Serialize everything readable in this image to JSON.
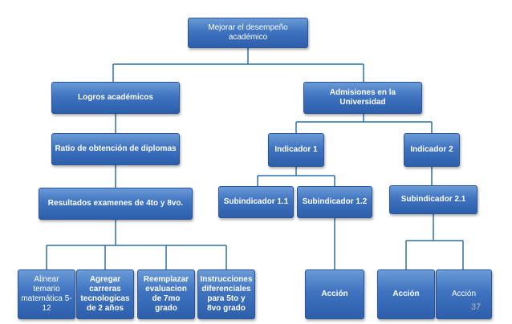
{
  "diagram": {
    "root": "Mejorar el desempeño académico",
    "left_branch": {
      "title": "Logros académicos",
      "level2": "Ratio de obtención de diplomas",
      "level3": "Resultados examenes de 4to y 8vo.",
      "actions": [
        "Alinear temario matemática 5-12",
        "Agregar carreras tecnologicas de 2 años",
        "Reemplazar evaluacion de 7mo grado",
        "Instrucciones diferenciales para 5to y 8vo grado"
      ]
    },
    "right_branch": {
      "title": "Admisiones en la Universidad",
      "indicators": [
        {
          "label": "Indicador 1",
          "subindicators": [
            {
              "label": "Subindicador 1.1",
              "actions": []
            },
            {
              "label": "Subindicador 1.2",
              "actions": [
                "Acción"
              ]
            }
          ]
        },
        {
          "label": "Indicador 2",
          "subindicators": [
            {
              "label": "Subindicador 2.1",
              "actions": [
                "Acción",
                "Acción"
              ]
            }
          ]
        }
      ]
    }
  },
  "footer": {
    "page_number": "37"
  },
  "colors": {
    "node_fill": "#3f73c0",
    "node_border": "#2a5599",
    "connector": "#2e6fa8"
  }
}
